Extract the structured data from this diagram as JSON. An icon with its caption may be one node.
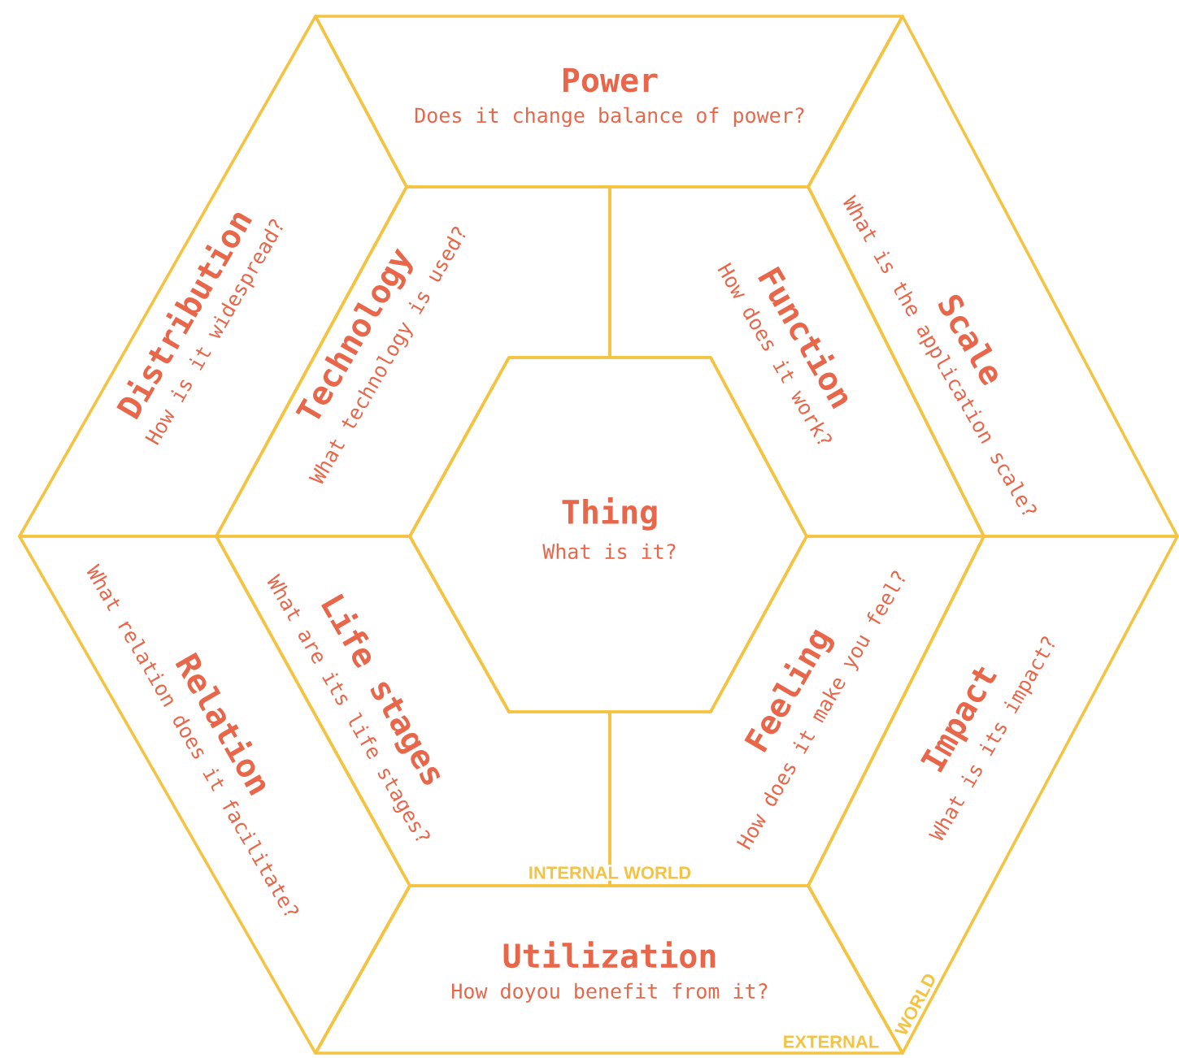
{
  "diagram": {
    "nodes": [
      {
        "text": [
          "Power",
          "Does it change balance of power?"
        ]
      },
      {
        "text": [
          "Distribution",
          "How is it widespread?"
        ]
      },
      {
        "text": [
          "Technology",
          "What technology is used?"
        ]
      },
      {
        "text": [
          "Function",
          "How does it work?"
        ]
      },
      {
        "text": [
          "Scale",
          "What is the application scale?"
        ]
      },
      {
        "text": [
          "Thing",
          "What is it?"
        ]
      },
      {
        "text": [
          "Relation",
          "What relation does it facilitate?"
        ]
      },
      {
        "text": [
          "Life stages",
          "What are its life stages?"
        ]
      },
      {
        "text": [
          "Feeling",
          "How does it make you feel?"
        ]
      },
      {
        "text": [
          "Impact",
          "What is its impact?"
        ]
      },
      {
        "text": [
          "Utilization",
          "How doyou benefit from it?"
        ]
      }
    ],
    "labels": [
      "INTERNAL WORLD",
      "EXTERNAL",
      "WORLD"
    ]
  }
}
